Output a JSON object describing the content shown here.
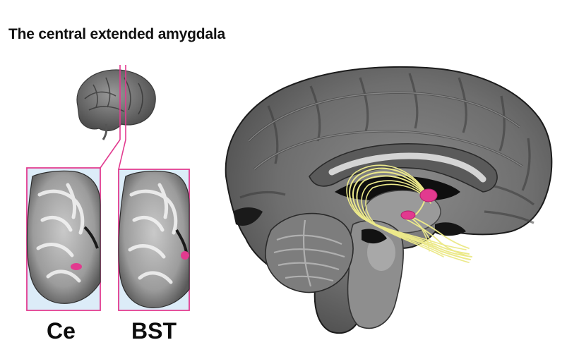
{
  "figure": {
    "title": "The central extended amygdala",
    "panels": [
      {
        "id": "ce",
        "label": "Ce"
      },
      {
        "id": "bst",
        "label": "BST"
      }
    ]
  },
  "colors": {
    "background": "#ffffff",
    "highlight_magenta": "#e23a8f",
    "tract_yellow": "#ece98a",
    "panel_fill": "#dcecf8",
    "brain_gray_dark": "#3a3a3a",
    "brain_gray_mid": "#6f6f6f",
    "brain_gray_light": "#a9a9a9"
  }
}
